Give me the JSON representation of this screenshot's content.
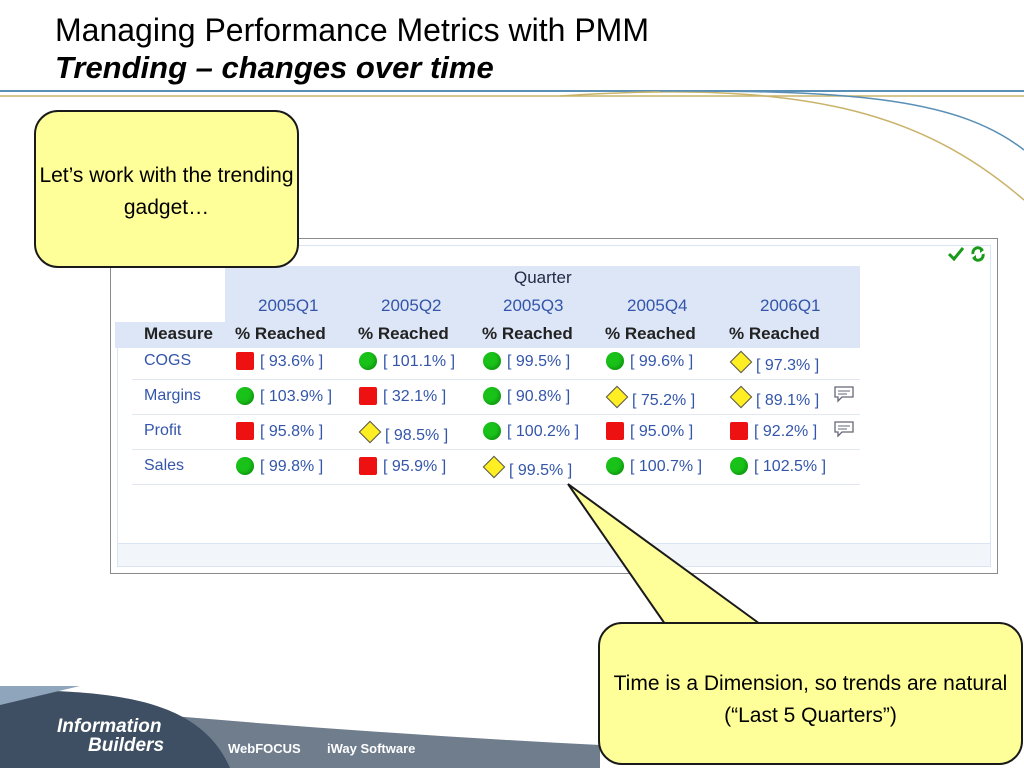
{
  "slide": {
    "title_line1": "Managing Performance Metrics with PMM",
    "title_line2": "Trending – changes over time"
  },
  "callouts": {
    "top": "Let’s work with the trending gadget…",
    "bottom": "Time is a Dimension, so trends are natural (“Last 5 Quarters”)"
  },
  "gadget": {
    "dimension_label": "Quarter",
    "measure_header": "Measure",
    "columns": [
      {
        "quarter": "2005Q1",
        "sub": "% Reached"
      },
      {
        "quarter": "2005Q2",
        "sub": "% Reached"
      },
      {
        "quarter": "2005Q3",
        "sub": "% Reached"
      },
      {
        "quarter": "2005Q4",
        "sub": "% Reached"
      },
      {
        "quarter": "2006Q1",
        "sub": "% Reached"
      }
    ],
    "rows": [
      {
        "measure": "COGS",
        "cells": [
          {
            "value": "[ 93.6% ]",
            "status": "red-square"
          },
          {
            "value": "[ 101.1% ]",
            "status": "green-circle"
          },
          {
            "value": "[ 99.5% ]",
            "status": "green-circle"
          },
          {
            "value": "[ 99.6% ]",
            "status": "green-circle"
          },
          {
            "value": "[ 97.3% ]",
            "status": "yellow-diamond"
          }
        ],
        "comment": false
      },
      {
        "measure": "Margins",
        "cells": [
          {
            "value": "[ 103.9% ]",
            "status": "green-circle"
          },
          {
            "value": "[ 32.1% ]",
            "status": "red-square"
          },
          {
            "value": "[ 90.8% ]",
            "status": "green-circle"
          },
          {
            "value": "[ 75.2% ]",
            "status": "yellow-diamond"
          },
          {
            "value": "[ 89.1% ]",
            "status": "yellow-diamond"
          }
        ],
        "comment": true
      },
      {
        "measure": "Profit",
        "cells": [
          {
            "value": "[ 95.8% ]",
            "status": "red-square"
          },
          {
            "value": "[ 98.5% ]",
            "status": "yellow-diamond"
          },
          {
            "value": "[ 100.2% ]",
            "status": "green-circle"
          },
          {
            "value": "[ 95.0% ]",
            "status": "red-square"
          },
          {
            "value": "[ 92.2% ]",
            "status": "red-square"
          }
        ],
        "comment": true
      },
      {
        "measure": "Sales",
        "cells": [
          {
            "value": "[ 99.8% ]",
            "status": "green-circle"
          },
          {
            "value": "[ 95.9% ]",
            "status": "red-square"
          },
          {
            "value": "[ 99.5% ]",
            "status": "yellow-diamond"
          },
          {
            "value": "[ 100.7% ]",
            "status": "green-circle"
          },
          {
            "value": "[ 102.5% ]",
            "status": "green-circle"
          }
        ],
        "comment": false
      }
    ],
    "toolbar_icons": [
      "checkmark-icon",
      "refresh-icon"
    ]
  },
  "footer": {
    "logo_line1": "Information",
    "logo_line2": "Builders",
    "product1": "WebFOCUS",
    "product2": "iWay Software"
  },
  "colors": {
    "status_red": "#ee1111",
    "status_green": "#19c219",
    "status_yellow": "#ffee22",
    "callout_fill": "#ffff99",
    "header_band": "#dde6f6",
    "link_blue": "#3355aa"
  }
}
